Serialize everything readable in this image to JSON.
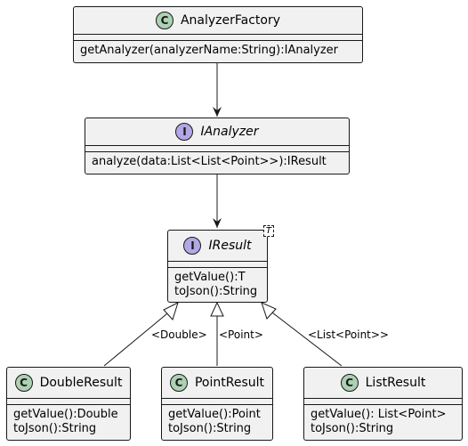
{
  "classes": {
    "analyzer_factory": {
      "badge": "C",
      "name": "AnalyzerFactory",
      "members": [
        "getAnalyzer(analyzerName:String):IAnalyzer"
      ]
    },
    "ianalyzer": {
      "badge": "I",
      "name": "IAnalyzer",
      "members": [
        "analyze(data:List<List<Point>>):IResult"
      ]
    },
    "iresult": {
      "badge": "I",
      "name": "IResult",
      "type_param": "T",
      "members": [
        "getValue():T",
        "toJson():String"
      ]
    },
    "double_result": {
      "badge": "C",
      "name": "DoubleResult",
      "members": [
        "getValue():Double",
        "toJson():String"
      ]
    },
    "point_result": {
      "badge": "C",
      "name": "PointResult",
      "members": [
        "getValue():Point",
        "toJson():String"
      ]
    },
    "list_result": {
      "badge": "C",
      "name": "ListResult",
      "members": [
        "getValue(): List<Point>",
        "toJson():String"
      ]
    }
  },
  "edges": {
    "double_label": "<Double>",
    "point_label": "<Point>",
    "list_label": "<List<Point>>"
  },
  "colors": {
    "class_badge": "#add1b2",
    "interface_badge": "#b4a7e5",
    "box_fill": "#f1f1f1",
    "line": "#181818"
  }
}
